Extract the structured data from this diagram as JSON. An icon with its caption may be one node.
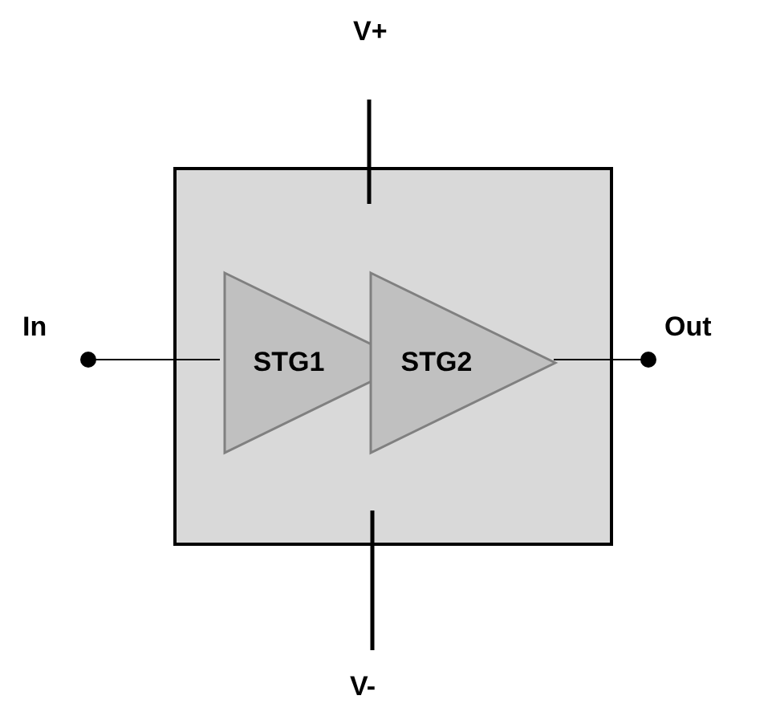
{
  "diagram": {
    "nodes": [
      {
        "text": [],
        "shape": "box"
      },
      {
        "text": [
          "STG1"
        ],
        "in": 0
      },
      {
        "text": [
          "STG2"
        ],
        "in": 0
      },
      {
        "text": [
          "In"
        ]
      },
      {
        "text": [
          "Out"
        ]
      },
      {
        "text": [
          "V+"
        ]
      },
      {
        "text": [
          "V-"
        ]
      }
    ],
    "edges": [
      {
        "from": 3,
        "to": 1,
        "arrow": "other"
      },
      {
        "from": 2,
        "to": 4,
        "arrow": "other"
      },
      {
        "from": 5,
        "to": 0,
        "arrow": "none",
        "style": "thick"
      },
      {
        "from": 6,
        "to": 0,
        "arrow": "none",
        "style": "thick"
      }
    ]
  }
}
